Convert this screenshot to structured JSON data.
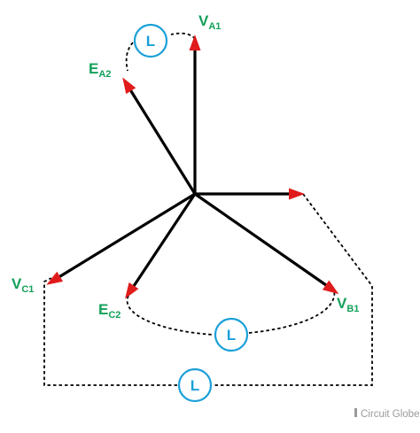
{
  "labels": {
    "va1": {
      "main": "V",
      "sub": "A1"
    },
    "ea2": {
      "main": "E",
      "sub": "A2"
    },
    "vc1": {
      "main": "V",
      "sub": "C1"
    },
    "ec2": {
      "main": "E",
      "sub": "C2"
    },
    "vb1": {
      "main": "V",
      "sub": "B1"
    }
  },
  "inductor_symbol": "L",
  "credit": "Circuit Globe",
  "colors": {
    "phasor": "#000000",
    "arrowhead": "#e01b1b",
    "label": "#13a05a",
    "inductor": "#1aa0d8"
  }
}
